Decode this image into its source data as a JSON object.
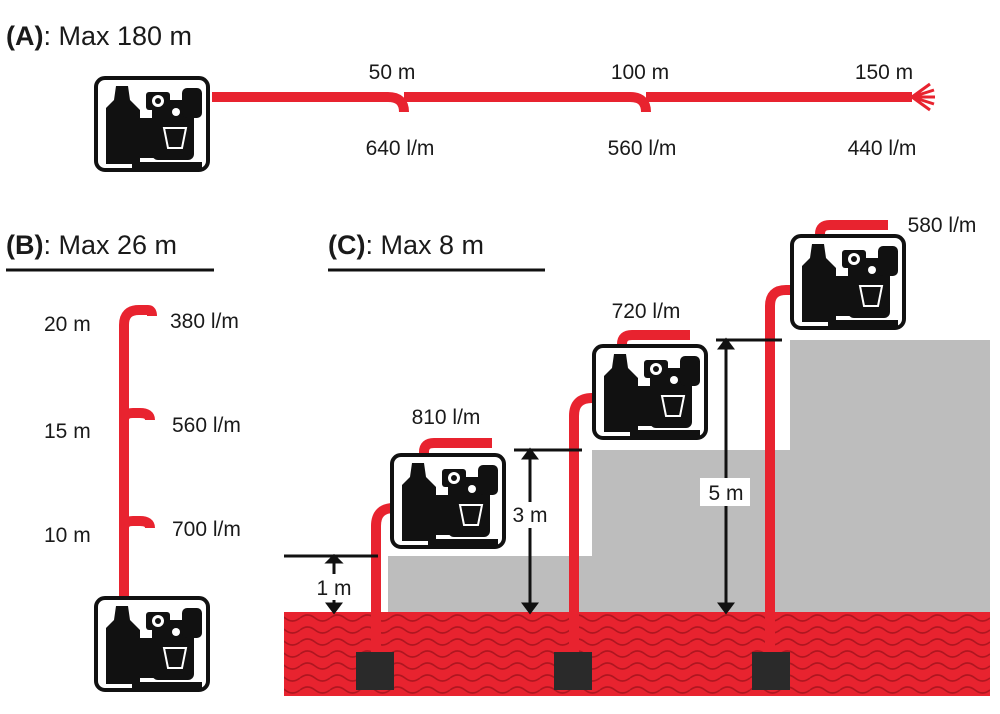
{
  "colors": {
    "hose": "#e8232f",
    "ground": "#bdbdbd",
    "water": "#e8232f",
    "ink": "#111111",
    "frame": "#111111"
  },
  "icons": [
    "pump-icon",
    "nozzle-spray-icon",
    "foot-valve-icon",
    "dimension-arrow-icon"
  ],
  "section_a": {
    "key": "A",
    "suffix": ": Max 180 m",
    "distances": [
      "50 m",
      "100 m",
      "150 m"
    ],
    "flows": [
      "640 l/m",
      "560 l/m",
      "440 l/m"
    ]
  },
  "section_b": {
    "key": "B",
    "suffix": ": Max 26 m",
    "heights": [
      "20 m",
      "15 m",
      "10 m"
    ],
    "flows": [
      "380 l/m",
      "560 l/m",
      "700 l/m"
    ]
  },
  "section_c": {
    "key": "C",
    "suffix": ": Max 8 m",
    "lifts": [
      "1 m",
      "3 m",
      "5 m"
    ],
    "flows": [
      "810 l/m",
      "720 l/m",
      "580 l/m"
    ]
  }
}
